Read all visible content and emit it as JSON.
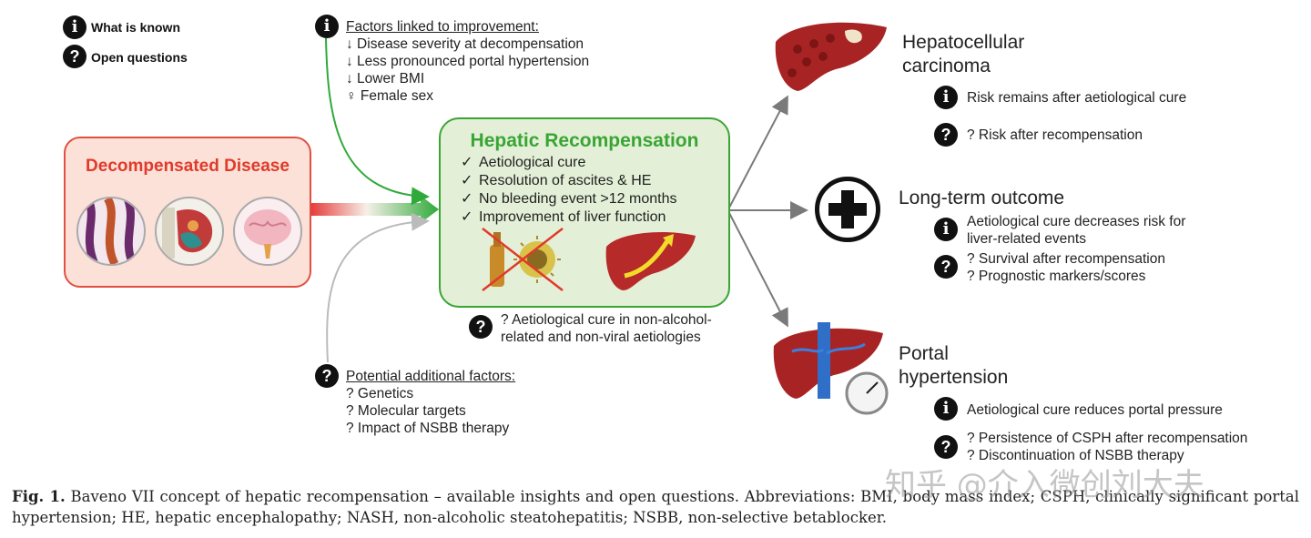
{
  "legend": {
    "known_label": "What is known",
    "open_label": "Open questions"
  },
  "factors_improvement": {
    "header": "Factors linked to improvement:",
    "items": [
      "↓ Disease severity at decompensation",
      "↓ Less pronounced portal hypertension",
      "↓ Lower BMI",
      "♀ Female sex"
    ]
  },
  "additional_factors": {
    "header": "Potential additional factors:",
    "items": [
      "? Genetics",
      "? Molecular targets",
      "? Impact of NSBB therapy"
    ]
  },
  "decompensated": {
    "title": "Decompensated Disease"
  },
  "recompensation": {
    "title": "Hepatic Recompensation",
    "criteria": [
      "Aetiological cure",
      "Resolution of ascites & HE",
      "No bleeding event >12 months",
      "Improvement of liver function"
    ],
    "question_lines": [
      "? Aetiological cure in non-alcohol-",
      "related and non-viral aetiologies"
    ]
  },
  "hcc": {
    "title_lines": [
      "Hepatocellular",
      "carcinoma"
    ],
    "known": "Risk remains after aetiological cure",
    "question": "? Risk after recompensation"
  },
  "longterm": {
    "title": "Long-term outcome",
    "known_lines": [
      "Aetiological cure decreases risk for",
      "liver-related events"
    ],
    "question_lines": [
      "? Survival after recompensation",
      "? Prognostic markers/scores"
    ]
  },
  "portal": {
    "title_lines": [
      "Portal",
      "hypertension"
    ],
    "known": "Aetiological cure reduces portal pressure",
    "question_lines": [
      "? Persistence of CSPH after recompensation",
      "? Discontinuation of NSBB therapy"
    ]
  },
  "caption": {
    "label": "Fig. 1.",
    "text": "Baveno VII concept of hepatic recompensation – available insights and open questions. Abbreviations: BMI, body mass index; CSPH, clinically significant portal hypertension; HE, hepatic encephalopathy; NASH, non-alcoholic steatohepatitis; NSBB, non-selective betablocker."
  },
  "watermark": "知乎 @介入微创刘大夫",
  "colors": {
    "red": "#e03a2a",
    "green": "#3aa535",
    "gray_arrow": "#7a7a7a"
  }
}
